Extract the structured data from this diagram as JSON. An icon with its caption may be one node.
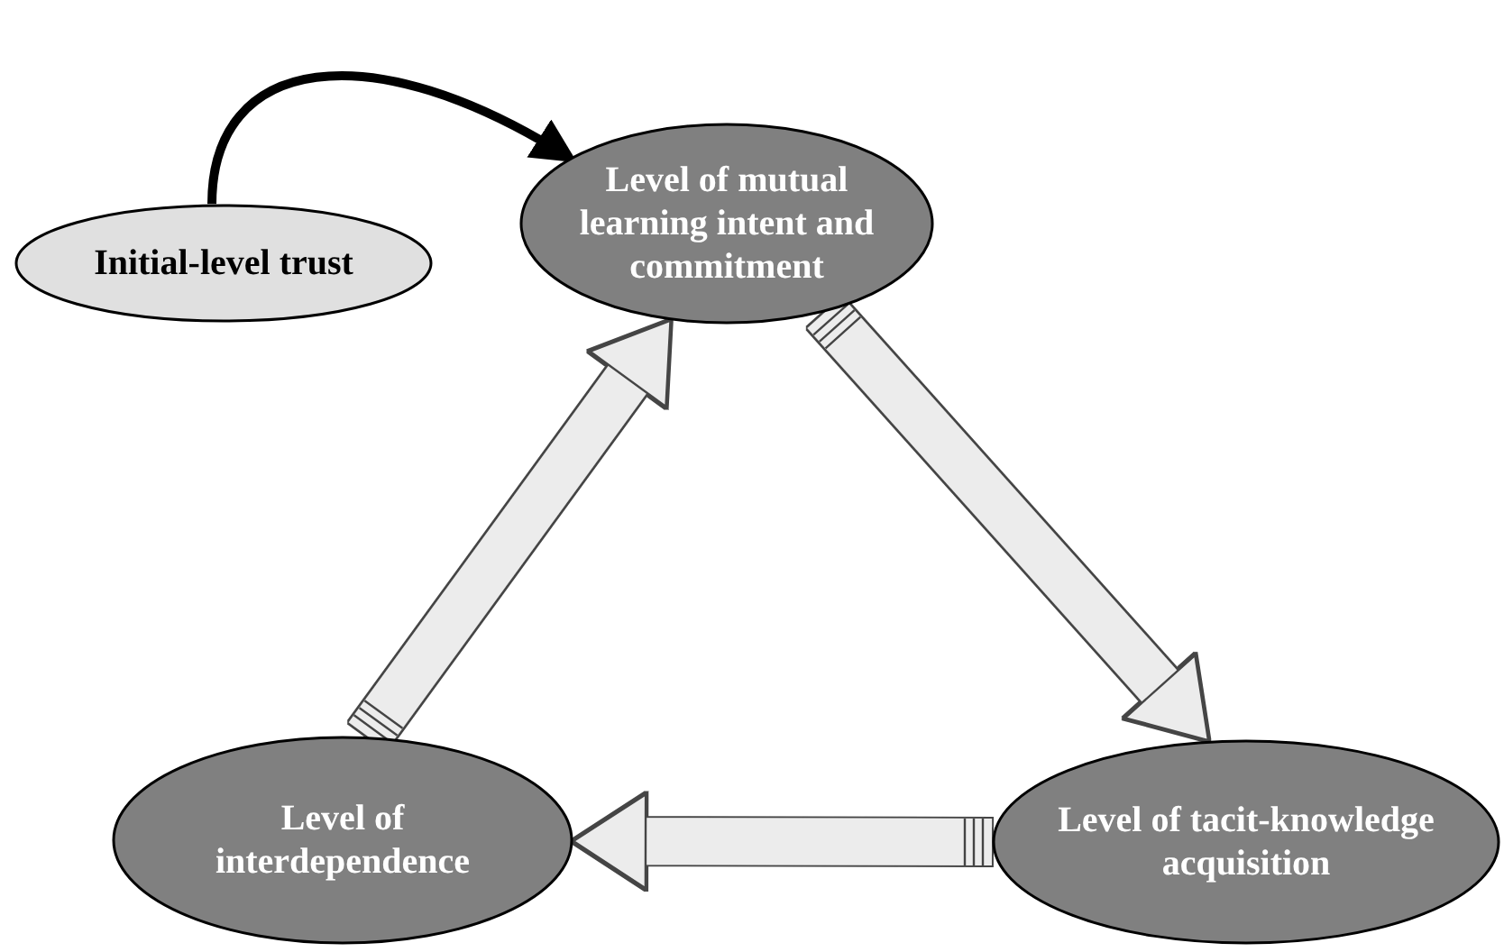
{
  "diagram": {
    "nodes": [
      {
        "text": [
          "Initial-level trust"
        ]
      },
      {
        "text": [
          "Level of mutual learning intent and commitment"
        ]
      },
      {
        "text": [
          "Level of tacit-knowledge acquisition"
        ]
      },
      {
        "text": [
          "Level of interdependence"
        ]
      }
    ],
    "edges": [
      {
        "from": 0,
        "to": 1,
        "arrow": "to",
        "color": "#000000"
      },
      {
        "from": 3,
        "to": 1,
        "arrow": "to"
      },
      {
        "from": 1,
        "to": 2,
        "arrow": "to"
      },
      {
        "from": 2,
        "to": 3,
        "arrow": "to"
      }
    ]
  }
}
